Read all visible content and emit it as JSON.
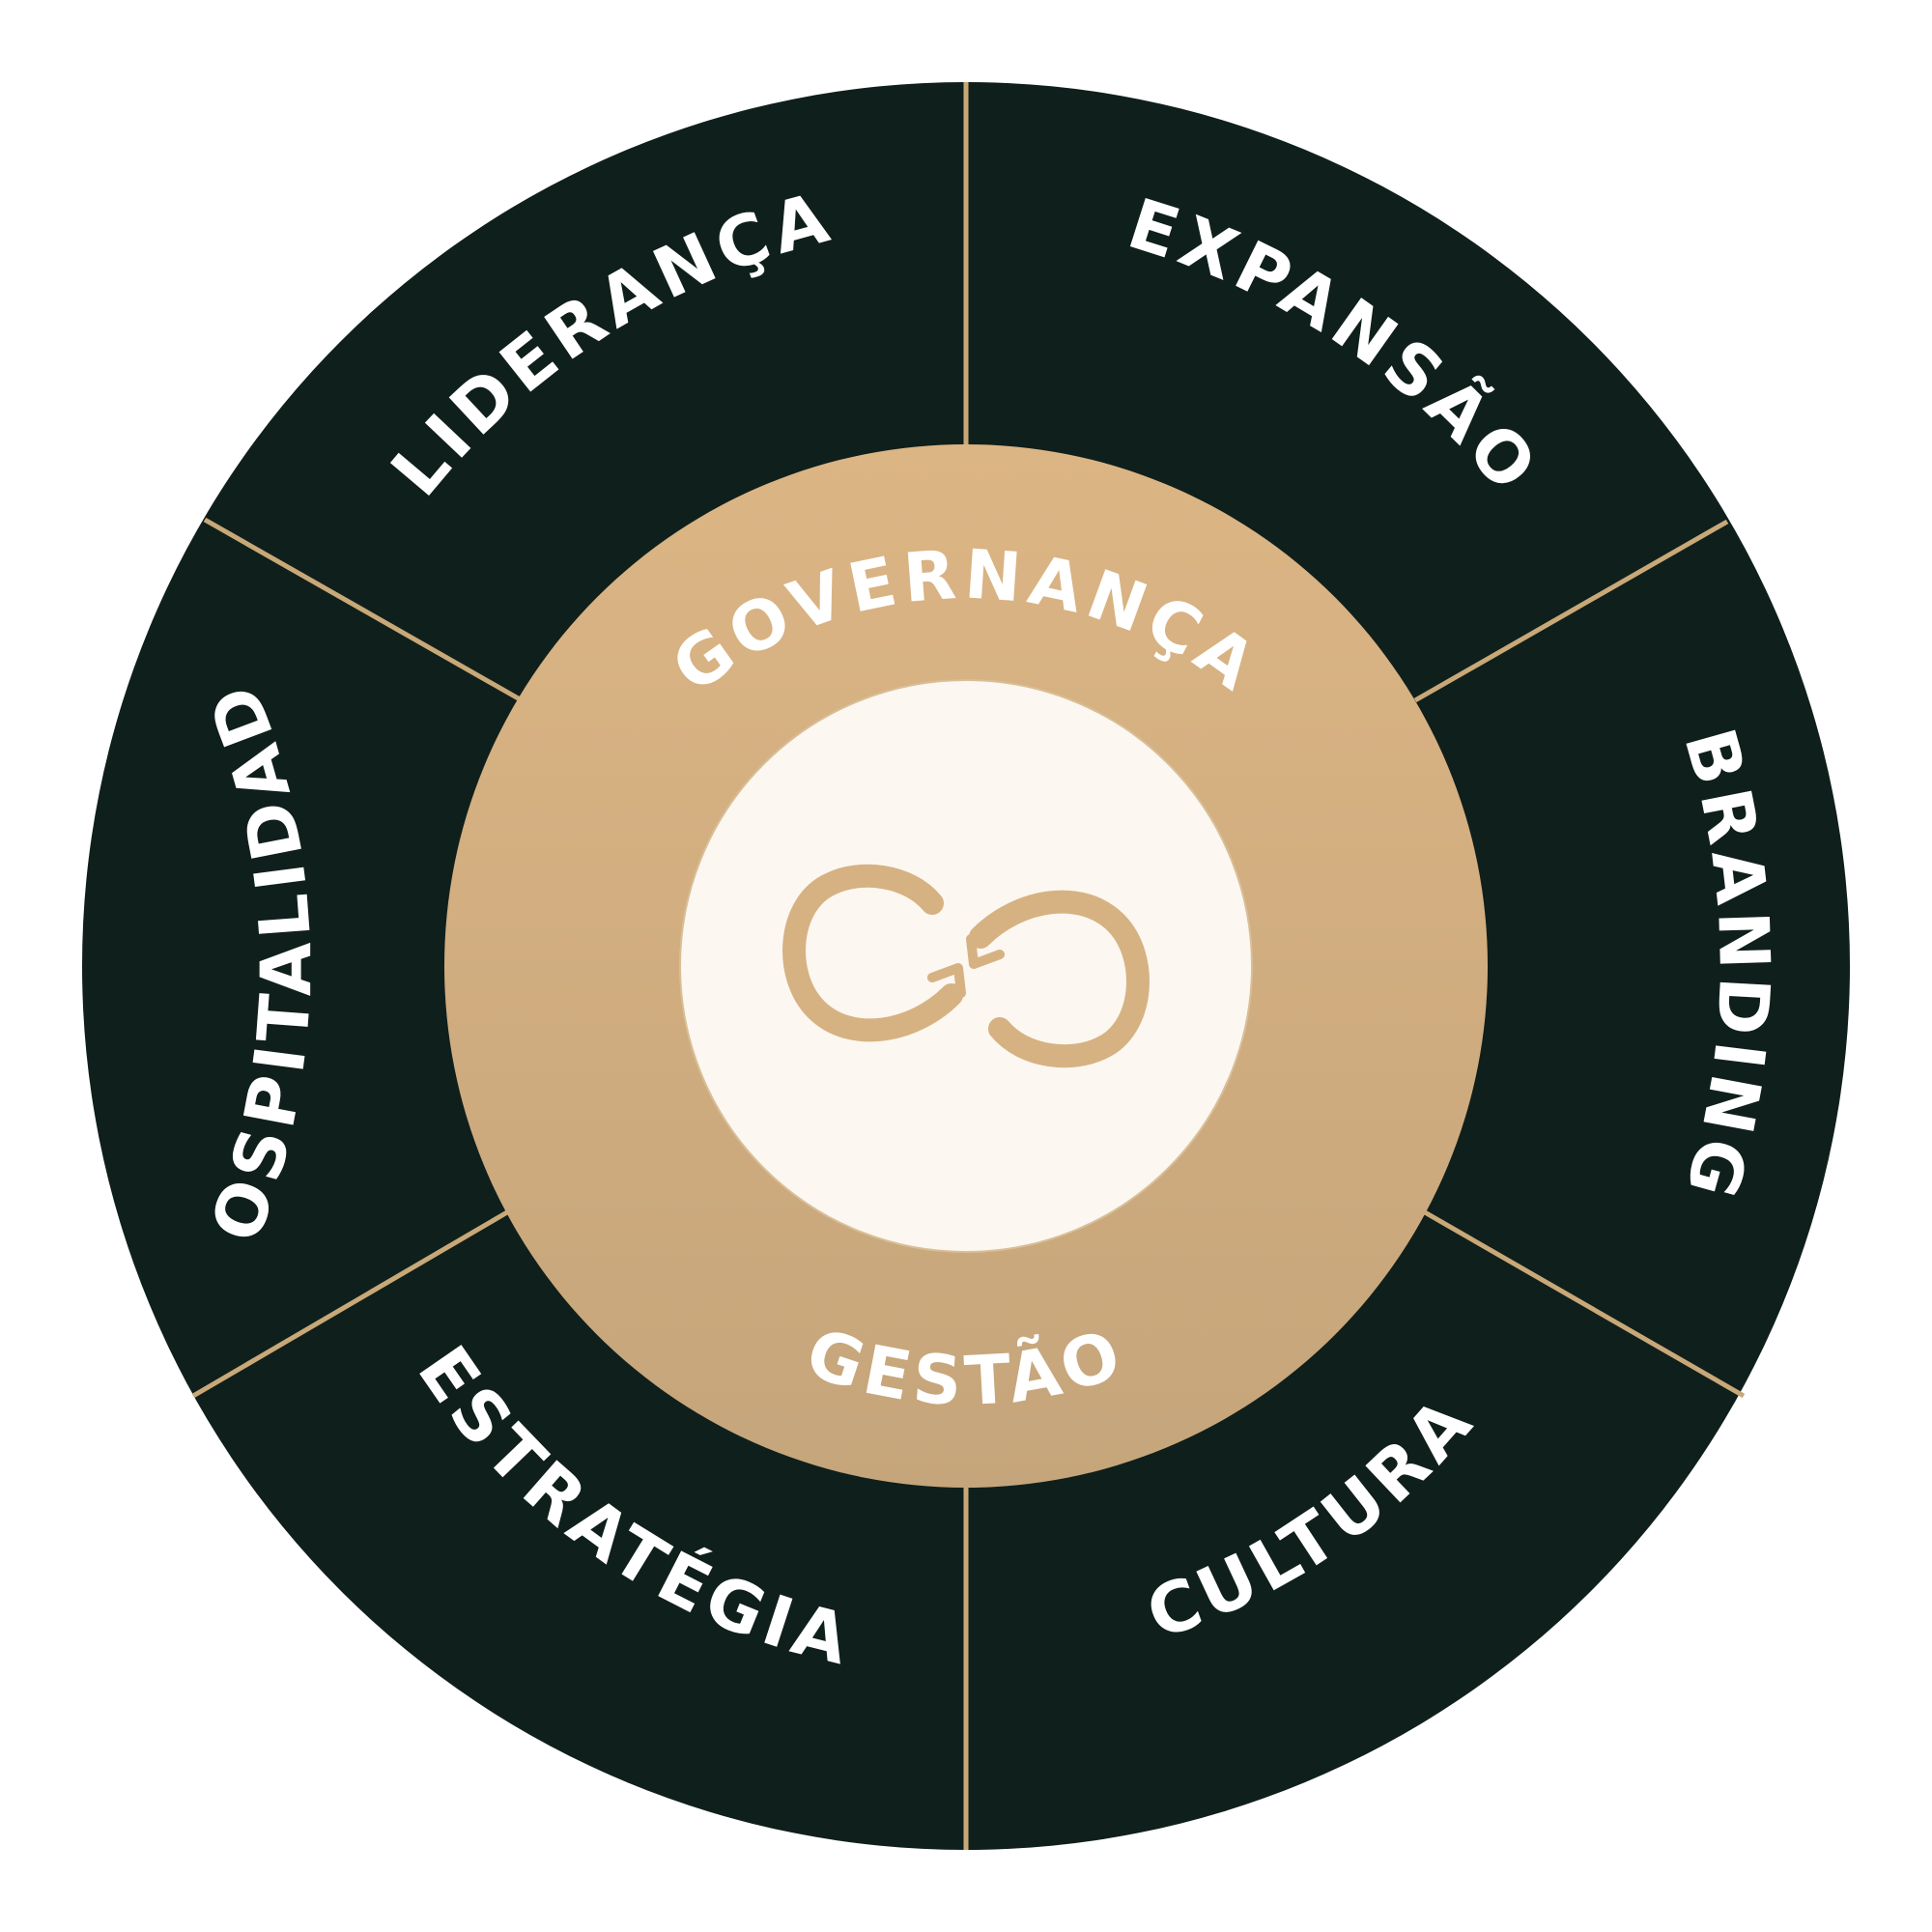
{
  "colors": {
    "outer_ring": "#0f1f1c",
    "divider": "#c9a878",
    "middle_ring_top": "#dcb584",
    "middle_ring_bottom": "#c5a57b",
    "center_disc": "#fcf7f0",
    "logo": "#d6b283",
    "text": "#ffffff"
  },
  "outer_segments": [
    {
      "label": "LIDERANÇA"
    },
    {
      "label": "EXPANSÃO"
    },
    {
      "label": "BRANDING"
    },
    {
      "label": "CULTURA"
    },
    {
      "label": "ESTRATÉGIA"
    },
    {
      "label": "HOSPITALIDADE"
    }
  ],
  "middle_ring": {
    "top_label": "GOVERNANÇA",
    "bottom_label": "GESTÃO"
  },
  "center": {
    "logo_icon": "gg-monogram-icon"
  }
}
